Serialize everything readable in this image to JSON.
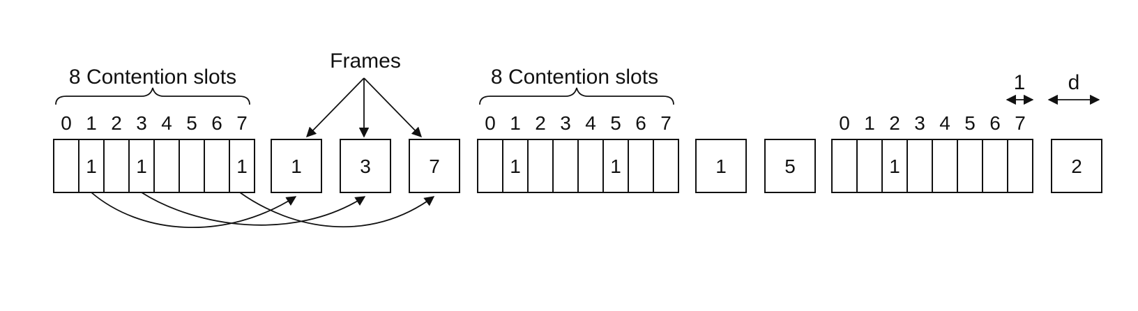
{
  "labels": {
    "frames": "Frames",
    "group1_title": "8 Contention slots",
    "group2_title": "8 Contention slots",
    "dim_1": "1",
    "dim_d": "d"
  },
  "slot_indices": [
    "0",
    "1",
    "2",
    "3",
    "4",
    "5",
    "6",
    "7"
  ],
  "contention_groups": [
    {
      "bits": [
        "",
        "1",
        "",
        "1",
        "",
        "",
        "",
        "1"
      ]
    },
    {
      "bits": [
        "",
        "1",
        "",
        "",
        "",
        "1",
        "",
        ""
      ]
    },
    {
      "bits": [
        "",
        "",
        "1",
        "",
        "",
        "",
        "",
        ""
      ]
    }
  ],
  "frame_values": [
    "1",
    "3",
    "7",
    "1",
    "5",
    "2"
  ]
}
